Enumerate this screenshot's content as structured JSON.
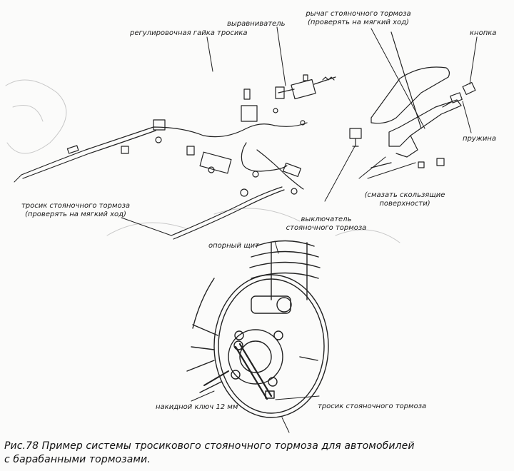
{
  "labels": {
    "adjusting_nut": "регулировочная гайка тросика",
    "equalizer": "выравниватель",
    "lever_line1": "рычаг стояночного тормоза",
    "lever_line2": "(проверять на мягкий ход)",
    "button": "кнопка",
    "spring": "пружина",
    "lubricate_line1": "(смазать скользящие",
    "lubricate_line2": "поверхности)",
    "cable_left_line1": "тросик стояночного тормоза",
    "cable_left_line2": "(проверять на мягкий ход)",
    "switch_line1": "выключатель",
    "switch_line2": "стояночного тормоза",
    "backing_plate": "опорный щит",
    "wrench": "накидной ключ 12 мм",
    "cable_right": "тросик стояночного тормоза"
  },
  "caption": {
    "line1": "Рис.78 Пример системы тросикового стояночного тормоза для автомобилей",
    "line2": "с барабанными тормозами."
  }
}
